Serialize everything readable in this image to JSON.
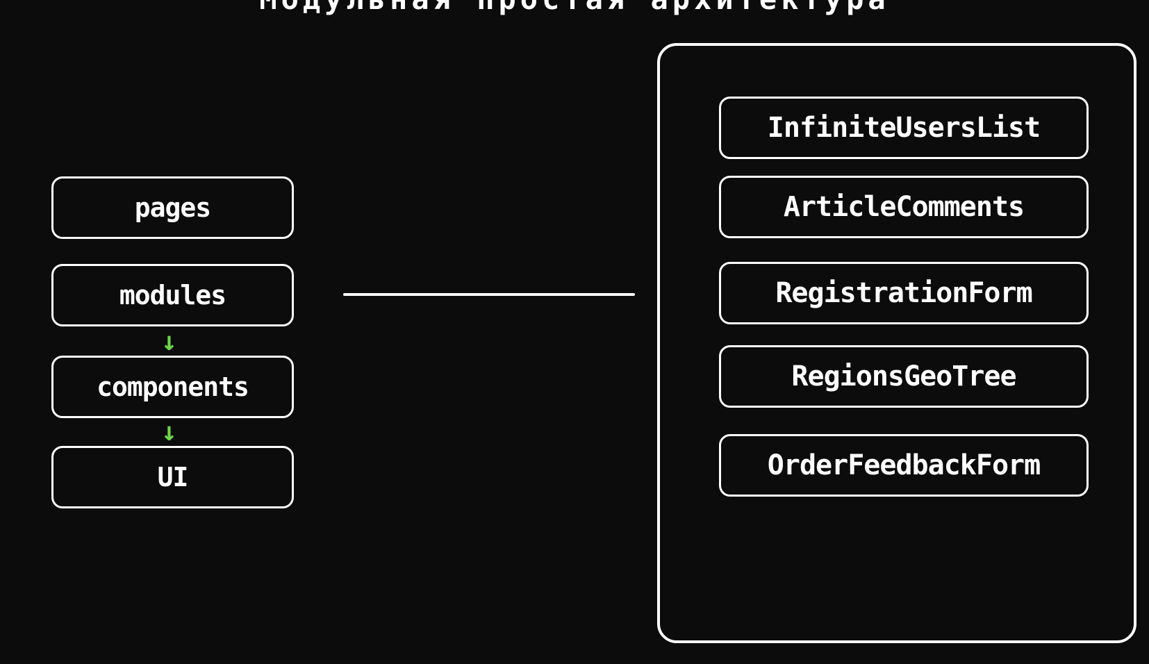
{
  "title": "Модульная простая архитектура",
  "layers": [
    "pages",
    "modules",
    "components",
    "UI"
  ],
  "arrow_glyph": "↓",
  "modules": [
    "InfiniteUsersList",
    "ArticleComments",
    "RegistrationForm",
    "RegionsGeoTree",
    "OrderFeedbackForm"
  ],
  "colors": {
    "background": "#0c0c0c",
    "stroke": "#ffffff",
    "text": "#ffffff",
    "arrow": "#6fd44c"
  }
}
